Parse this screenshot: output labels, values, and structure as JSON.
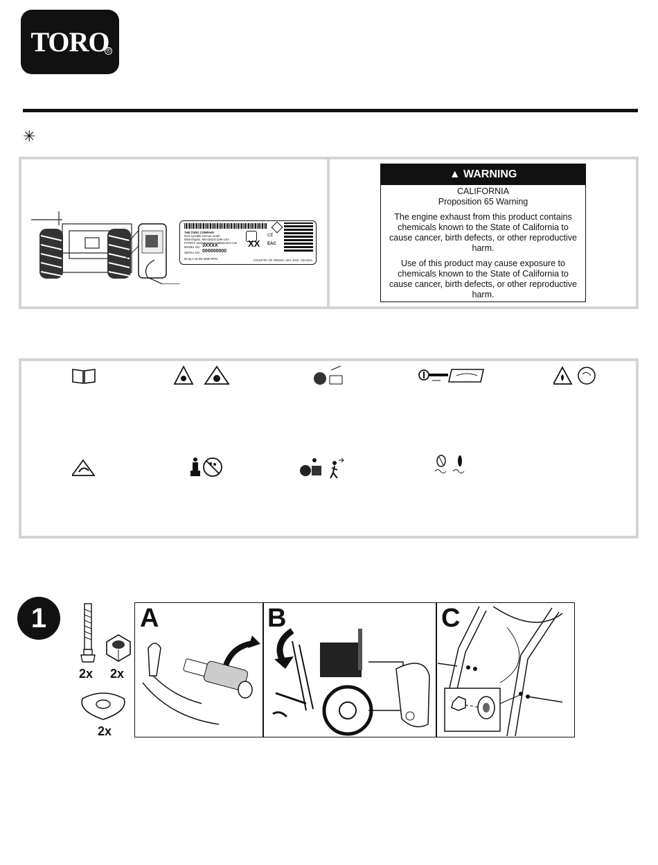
{
  "brand": {
    "name": "TORO",
    "registered": "®"
  },
  "star_glyph": "✳",
  "decal": {
    "company": "THE TORO COMPANY",
    "address1": "8111 Lyndale Avenue South",
    "address2": "Bloomington, MN 55420-1196 USA",
    "patent": "PATENT: www.ttcopats.com",
    "web": "www.toro.com",
    "model_label": "MODEL NO.:",
    "model_value": "3XXXX",
    "serial_label": "SERIAL NO.:",
    "serial_value": "000000000",
    "specs": "65 kg  4.18 kW  3600 RPM",
    "origin": "COUNTRY OF ORIGIN: USA",
    "year": "2022",
    "code": "CB-0313",
    "year_mark": "XX",
    "ce": "CE",
    "eac": "EAC"
  },
  "warning": {
    "title": "WARNING",
    "subtitle1": "CALIFORNIA",
    "subtitle2": "Proposition 65 Warning",
    "para1": "The engine exhaust from this product contains chemicals known to the State of California to cause cancer, birth defects, or other reproductive harm.",
    "para2": "Use of this product may cause exposure to chemicals known to the State of California to cause cancer, birth defects, or other reproductive harm."
  },
  "step": {
    "number": "1",
    "parts": [
      {
        "qty": "2x",
        "name": "carriage-bolt"
      },
      {
        "qty": "2x",
        "name": "locknut"
      },
      {
        "qty": "2x",
        "name": "curved-washer"
      }
    ],
    "panels": [
      "A",
      "B",
      "C"
    ]
  }
}
